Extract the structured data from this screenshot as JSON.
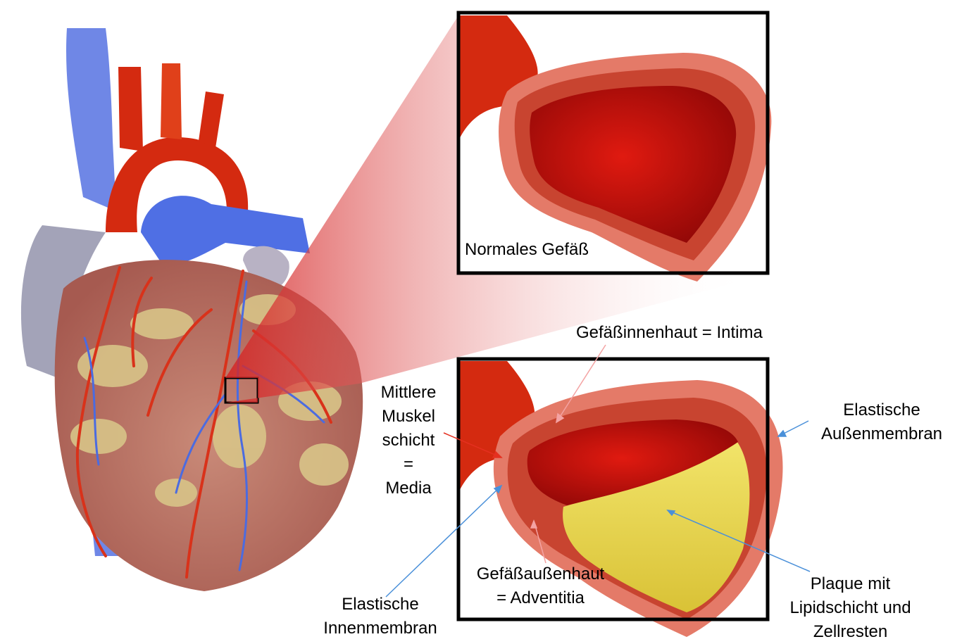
{
  "labels": {
    "normal_vessel": "Normales Gefäß",
    "intima": "Gefäßinnenhaut = Intima",
    "media": [
      "Mittlere",
      "Muskel",
      "schicht",
      "=",
      "Media"
    ],
    "outer_membrane": [
      "Elastische",
      "Außenmembran"
    ],
    "adventitia": [
      "Gefäßaußenhaut",
      "= Adventitia"
    ],
    "inner_membrane": [
      "Elastische",
      "Innenmembran"
    ],
    "plaque": [
      "Plaque mit",
      "Lipidschicht und",
      "Zellresten"
    ]
  },
  "colors": {
    "heart_muscle": "#c4746a",
    "fat": "#d8c488",
    "artery": "#d42a10",
    "vein": "#4b6be0",
    "lumen": "#c80c0c",
    "vessel_wall": "#e47a68",
    "plaque": "#e8d860",
    "pointer_red": "#e53020",
    "pointer_blue": "#4a90d9",
    "pointer_pink": "#f4a3a3"
  }
}
